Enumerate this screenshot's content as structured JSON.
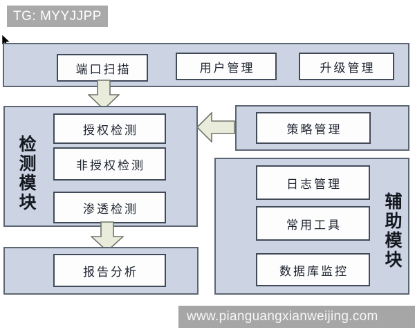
{
  "overlay": {
    "tag_label": "TG: MYYJJPP",
    "watermark": "www.pianguangxianweijing.com"
  },
  "colors": {
    "band_fill": "#ccd4e3",
    "band_border": "#5c6673",
    "box_fill": "#fdfdfd",
    "box_border": "#414a58",
    "arrow_fill": "#e9ecda",
    "arrow_border": "#6d756b",
    "tag_bg": "#a9a9a9",
    "watermark_bg": "#a6a6a6",
    "text_color": "#1c222e"
  },
  "diagram": {
    "top_boxes": [
      {
        "label": "端口扫描"
      },
      {
        "label": "用户管理"
      },
      {
        "label": "升级管理"
      }
    ],
    "detection": {
      "title": "检测模块",
      "boxes": [
        {
          "label": "授权检测"
        },
        {
          "label": "非授权检测"
        },
        {
          "label": "渗透检测"
        }
      ]
    },
    "policy": {
      "label": "策略管理"
    },
    "auxiliary": {
      "title": "辅助模块",
      "boxes": [
        {
          "label": "日志管理"
        },
        {
          "label": "常用工具"
        },
        {
          "label": "数据库监控"
        }
      ]
    },
    "report": {
      "label": "报告分析"
    },
    "arrows": [
      {
        "name": "port-scan-to-detection",
        "direction": "down"
      },
      {
        "name": "policy-to-detection",
        "direction": "left"
      },
      {
        "name": "detection-to-report",
        "direction": "down"
      }
    ]
  }
}
